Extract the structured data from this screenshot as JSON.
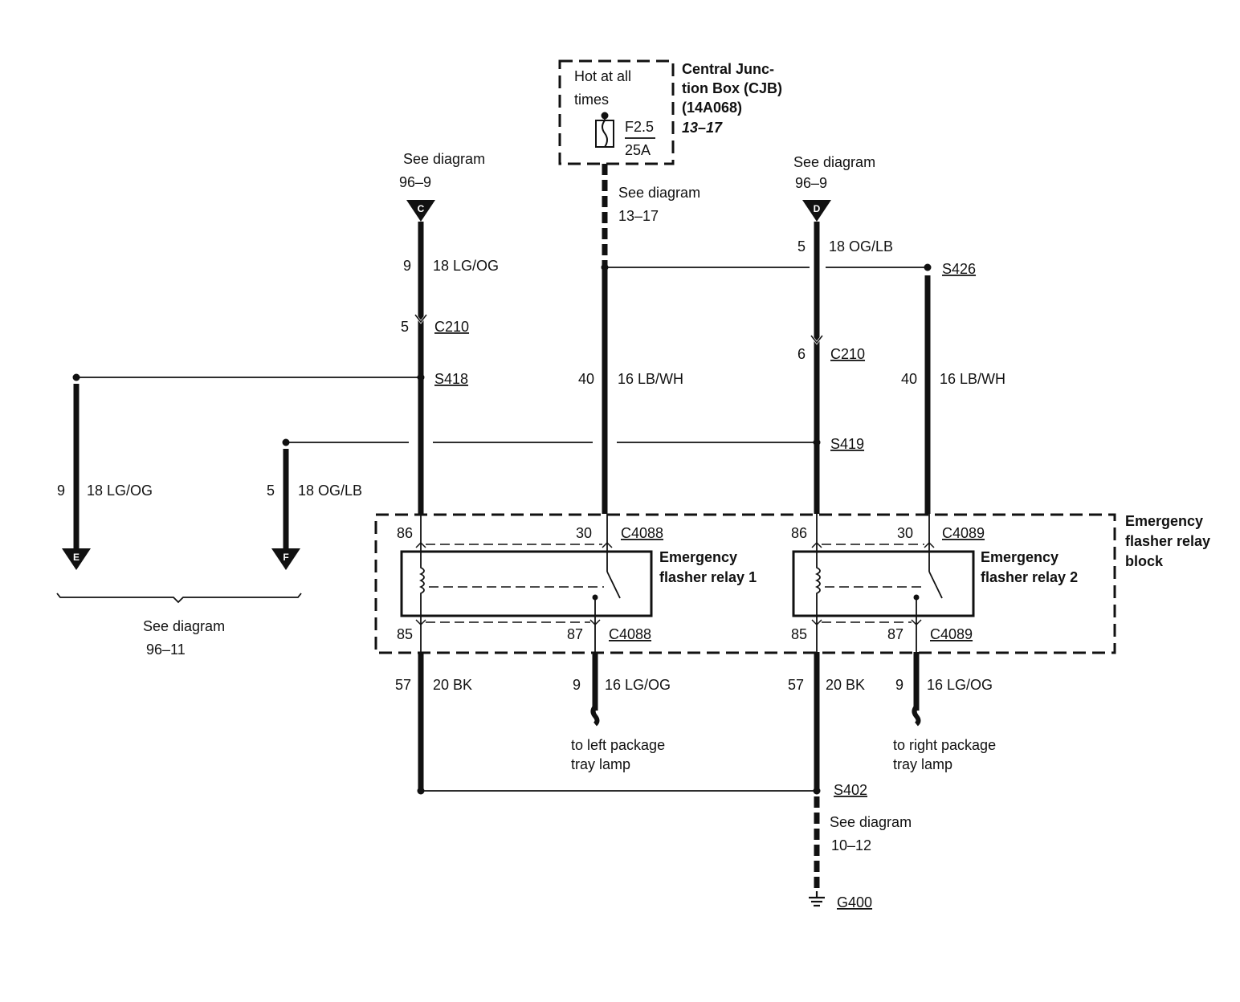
{
  "cjb": {
    "hot_line1": "Hot at all",
    "hot_line2": "times",
    "fuse_id": "F2.5",
    "fuse_rating": "25A",
    "title_line1": "Central Junc-",
    "title_line2": "tion Box (CJB)",
    "title_line3": "(14A068)",
    "page_ref": "13–17",
    "see_label": "See diagram",
    "see_ref": "13–17"
  },
  "connector_c": {
    "see_label": "See diagram",
    "see_ref": "96–9",
    "letter": "C"
  },
  "connector_d": {
    "see_label": "See diagram",
    "see_ref": "96–9",
    "letter": "D"
  },
  "connector_e": {
    "letter": "E"
  },
  "connector_f": {
    "letter": "F"
  },
  "bottom_ref": {
    "see_label": "See diagram",
    "see_ref": "96–11"
  },
  "wires": {
    "c_upper_circuit": "9",
    "c_upper_gauge": "18 LG/OG",
    "c210_left_pin": "5",
    "c210_left_name": "C210",
    "s418": "S418",
    "mid_circuit": "40",
    "mid_gauge": "16 LB/WH",
    "d_upper_circuit": "5",
    "d_upper_gauge": "18 OG/LB",
    "s426": "S426",
    "c210_right_pin": "6",
    "c210_right_name": "C210",
    "right_circuit": "40",
    "right_gauge": "16 LB/WH",
    "s419": "S419",
    "e_circuit": "9",
    "e_gauge": "18 LG/OG",
    "f_circuit": "5",
    "f_gauge": "18 OG/LB"
  },
  "relay_block": {
    "title_line1": "Emergency",
    "title_line2": "flasher relay",
    "title_line3": "block",
    "relay1": {
      "pin_86": "86",
      "pin_30": "30",
      "pin_85": "85",
      "pin_87": "87",
      "conn_top": "C4088",
      "conn_bottom": "C4088",
      "name_line1": "Emergency",
      "name_line2": "flasher relay 1"
    },
    "relay2": {
      "pin_86": "86",
      "pin_30": "30",
      "pin_85": "85",
      "pin_87": "87",
      "conn_top": "C4089",
      "conn_bottom": "C4089",
      "name_line1": "Emergency",
      "name_line2": "flasher relay 2"
    }
  },
  "lower": {
    "l_circuit": "57",
    "l_gauge": "20 BK",
    "l87_circuit": "9",
    "l87_gauge": "16 LG/OG",
    "left_lamp_line1": "to left package",
    "left_lamp_line2": "tray lamp",
    "r_circuit": "57",
    "r_gauge": "20 BK",
    "r87_circuit": "9",
    "r87_gauge": "16 LG/OG",
    "right_lamp_line1": "to right package",
    "right_lamp_line2": "tray lamp",
    "s402": "S402",
    "ground_see_label": "See diagram",
    "ground_see_ref": "10–12",
    "ground": "G400"
  }
}
